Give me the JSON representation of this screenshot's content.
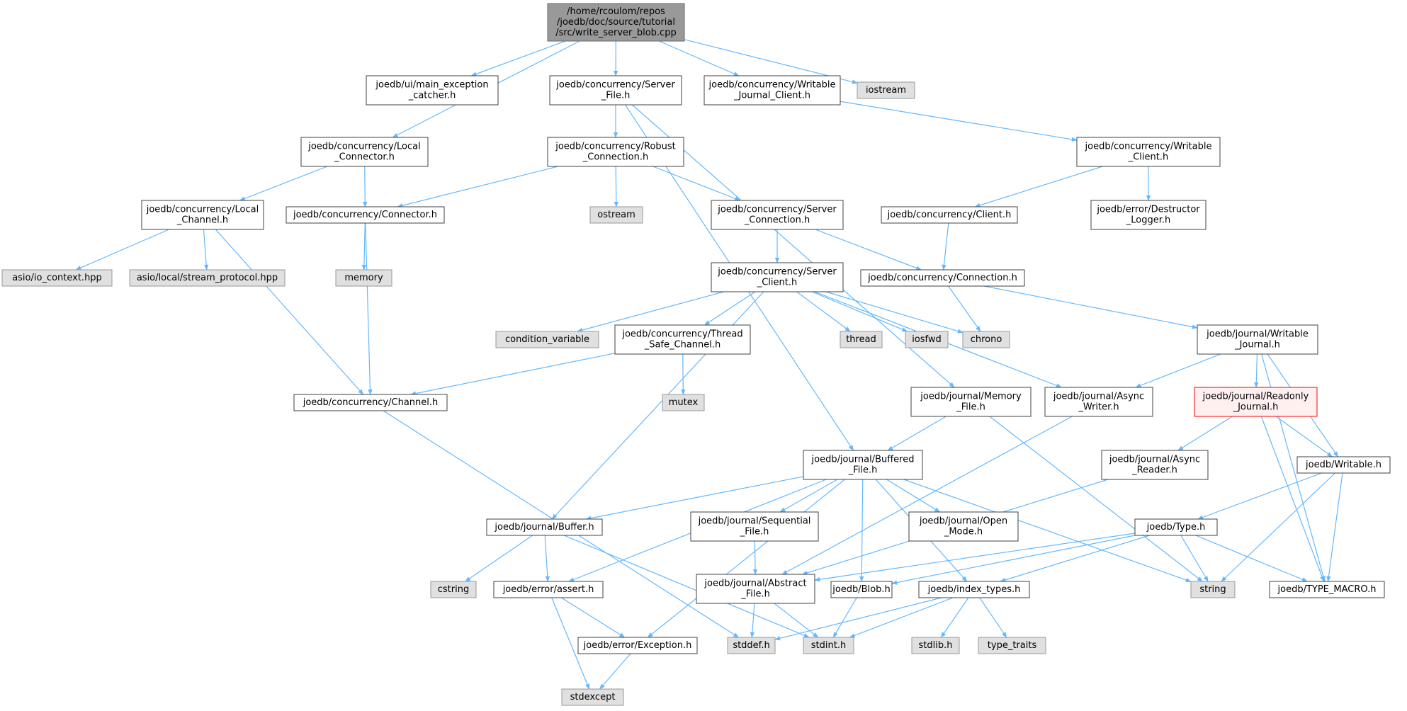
{
  "diagram": {
    "nodes": [
      {
        "id": "root",
        "lines": [
          "/home/rcoulom/repos",
          "/joedb/doc/source/tutorial",
          "/src/write_server_blob.cpp"
        ],
        "style": "root"
      },
      {
        "id": "main_exception",
        "lines": [
          "joedb/ui/main_exception",
          "_catcher.h"
        ],
        "style": "normal"
      },
      {
        "id": "server_file",
        "lines": [
          "joedb/concurrency/Server",
          "_File.h"
        ],
        "style": "normal"
      },
      {
        "id": "writable_journal_client",
        "lines": [
          "joedb/concurrency/Writable",
          "_Journal_Client.h"
        ],
        "style": "normal"
      },
      {
        "id": "iostream",
        "lines": [
          "iostream"
        ],
        "style": "external"
      },
      {
        "id": "local_connector",
        "lines": [
          "joedb/concurrency/Local",
          "_Connector.h"
        ],
        "style": "normal"
      },
      {
        "id": "robust_connection",
        "lines": [
          "joedb/concurrency/Robust",
          "_Connection.h"
        ],
        "style": "normal"
      },
      {
        "id": "writable_client",
        "lines": [
          "joedb/concurrency/Writable",
          "_Client.h"
        ],
        "style": "normal"
      },
      {
        "id": "local_channel",
        "lines": [
          "joedb/concurrency/Local",
          "_Channel.h"
        ],
        "style": "normal"
      },
      {
        "id": "connector",
        "lines": [
          "joedb/concurrency/Connector.h"
        ],
        "style": "normal"
      },
      {
        "id": "ostream",
        "lines": [
          "ostream"
        ],
        "style": "external"
      },
      {
        "id": "server_connection",
        "lines": [
          "joedb/concurrency/Server",
          "_Connection.h"
        ],
        "style": "normal"
      },
      {
        "id": "client",
        "lines": [
          "joedb/concurrency/Client.h"
        ],
        "style": "normal"
      },
      {
        "id": "destructor_logger",
        "lines": [
          "joedb/error/Destructor",
          "_Logger.h"
        ],
        "style": "normal"
      },
      {
        "id": "asio_io",
        "lines": [
          "asio/io_context.hpp"
        ],
        "style": "external"
      },
      {
        "id": "asio_local",
        "lines": [
          "asio/local/stream_protocol.hpp"
        ],
        "style": "external"
      },
      {
        "id": "memory",
        "lines": [
          "memory"
        ],
        "style": "external"
      },
      {
        "id": "server_client",
        "lines": [
          "joedb/concurrency/Server",
          "_Client.h"
        ],
        "style": "normal"
      },
      {
        "id": "connection",
        "lines": [
          "joedb/concurrency/Connection.h"
        ],
        "style": "normal"
      },
      {
        "id": "condition_variable",
        "lines": [
          "condition_variable"
        ],
        "style": "external"
      },
      {
        "id": "thread_safe_channel",
        "lines": [
          "joedb/concurrency/Thread",
          "_Safe_Channel.h"
        ],
        "style": "normal"
      },
      {
        "id": "thread",
        "lines": [
          "thread"
        ],
        "style": "external"
      },
      {
        "id": "iosfwd",
        "lines": [
          "iosfwd"
        ],
        "style": "external"
      },
      {
        "id": "chrono",
        "lines": [
          "chrono"
        ],
        "style": "external"
      },
      {
        "id": "writable_journal",
        "lines": [
          "joedb/journal/Writable",
          "_Journal.h"
        ],
        "style": "normal"
      },
      {
        "id": "channel",
        "lines": [
          "joedb/concurrency/Channel.h"
        ],
        "style": "normal"
      },
      {
        "id": "mutex",
        "lines": [
          "mutex"
        ],
        "style": "external"
      },
      {
        "id": "memory_file",
        "lines": [
          "joedb/journal/Memory",
          "_File.h"
        ],
        "style": "normal"
      },
      {
        "id": "async_writer",
        "lines": [
          "joedb/journal/Async",
          "_Writer.h"
        ],
        "style": "normal"
      },
      {
        "id": "readonly_journal",
        "lines": [
          "joedb/journal/Readonly",
          "_Journal.h"
        ],
        "style": "highlight"
      },
      {
        "id": "buffered_file",
        "lines": [
          "joedb/journal/Buffered",
          "_File.h"
        ],
        "style": "normal"
      },
      {
        "id": "async_reader",
        "lines": [
          "joedb/journal/Async",
          "_Reader.h"
        ],
        "style": "normal"
      },
      {
        "id": "writable",
        "lines": [
          "joedb/Writable.h"
        ],
        "style": "normal"
      },
      {
        "id": "buffer",
        "lines": [
          "joedb/journal/Buffer.h"
        ],
        "style": "normal"
      },
      {
        "id": "sequential_file",
        "lines": [
          "joedb/journal/Sequential",
          "_File.h"
        ],
        "style": "normal"
      },
      {
        "id": "open_mode",
        "lines": [
          "joedb/journal/Open",
          "_Mode.h"
        ],
        "style": "normal"
      },
      {
        "id": "type",
        "lines": [
          "joedb/Type.h"
        ],
        "style": "normal"
      },
      {
        "id": "cstring",
        "lines": [
          "cstring"
        ],
        "style": "external"
      },
      {
        "id": "assert",
        "lines": [
          "joedb/error/assert.h"
        ],
        "style": "normal"
      },
      {
        "id": "abstract_file",
        "lines": [
          "joedb/journal/Abstract",
          "_File.h"
        ],
        "style": "normal"
      },
      {
        "id": "blob",
        "lines": [
          "joedb/Blob.h"
        ],
        "style": "normal"
      },
      {
        "id": "index_types",
        "lines": [
          "joedb/index_types.h"
        ],
        "style": "normal"
      },
      {
        "id": "string",
        "lines": [
          "string"
        ],
        "style": "external"
      },
      {
        "id": "type_macro",
        "lines": [
          "joedb/TYPE_MACRO.h"
        ],
        "style": "normal"
      },
      {
        "id": "exception",
        "lines": [
          "joedb/error/Exception.h"
        ],
        "style": "normal"
      },
      {
        "id": "stddef",
        "lines": [
          "stddef.h"
        ],
        "style": "external"
      },
      {
        "id": "stdint",
        "lines": [
          "stdint.h"
        ],
        "style": "external"
      },
      {
        "id": "stdlib",
        "lines": [
          "stdlib.h"
        ],
        "style": "external"
      },
      {
        "id": "type_traits",
        "lines": [
          "type_traits"
        ],
        "style": "external"
      },
      {
        "id": "stdexcept",
        "lines": [
          "stdexcept"
        ],
        "style": "external"
      }
    ],
    "edges": [
      [
        "root",
        "main_exception"
      ],
      [
        "root",
        "server_file"
      ],
      [
        "root",
        "writable_journal_client"
      ],
      [
        "root",
        "iostream"
      ],
      [
        "root",
        "local_connector"
      ],
      [
        "server_file",
        "robust_connection"
      ],
      [
        "server_file",
        "memory_file"
      ],
      [
        "server_file",
        "buffered_file"
      ],
      [
        "writable_journal_client",
        "writable_client"
      ],
      [
        "local_connector",
        "local_channel"
      ],
      [
        "local_connector",
        "connector"
      ],
      [
        "robust_connection",
        "connector"
      ],
      [
        "robust_connection",
        "ostream"
      ],
      [
        "robust_connection",
        "server_connection"
      ],
      [
        "writable_client",
        "client"
      ],
      [
        "writable_client",
        "destructor_logger"
      ],
      [
        "local_channel",
        "asio_io"
      ],
      [
        "local_channel",
        "asio_local"
      ],
      [
        "local_channel",
        "channel"
      ],
      [
        "connector",
        "memory"
      ],
      [
        "connector",
        "channel"
      ],
      [
        "server_connection",
        "server_client"
      ],
      [
        "server_connection",
        "connection"
      ],
      [
        "client",
        "connection"
      ],
      [
        "server_client",
        "condition_variable"
      ],
      [
        "server_client",
        "thread_safe_channel"
      ],
      [
        "server_client",
        "thread"
      ],
      [
        "server_client",
        "iosfwd"
      ],
      [
        "server_client",
        "chrono"
      ],
      [
        "server_client",
        "async_writer"
      ],
      [
        "server_client",
        "buffer"
      ],
      [
        "connection",
        "chrono"
      ],
      [
        "connection",
        "writable_journal"
      ],
      [
        "thread_safe_channel",
        "channel"
      ],
      [
        "thread_safe_channel",
        "mutex"
      ],
      [
        "writable_journal",
        "async_writer"
      ],
      [
        "writable_journal",
        "readonly_journal"
      ],
      [
        "writable_journal",
        "writable"
      ],
      [
        "writable_journal",
        "type_macro"
      ],
      [
        "channel",
        "stddef"
      ],
      [
        "memory_file",
        "buffered_file"
      ],
      [
        "memory_file",
        "string"
      ],
      [
        "async_writer",
        "abstract_file"
      ],
      [
        "readonly_journal",
        "async_reader"
      ],
      [
        "readonly_journal",
        "writable"
      ],
      [
        "readonly_journal",
        "type_macro"
      ],
      [
        "buffered_file",
        "buffer"
      ],
      [
        "buffered_file",
        "assert"
      ],
      [
        "buffered_file",
        "exception"
      ],
      [
        "buffered_file",
        "sequential_file"
      ],
      [
        "buffered_file",
        "open_mode"
      ],
      [
        "buffered_file",
        "blob"
      ],
      [
        "buffered_file",
        "index_types"
      ],
      [
        "buffered_file",
        "string"
      ],
      [
        "async_reader",
        "abstract_file"
      ],
      [
        "writable",
        "type"
      ],
      [
        "writable",
        "string"
      ],
      [
        "writable",
        "type_macro"
      ],
      [
        "buffer",
        "cstring"
      ],
      [
        "buffer",
        "assert"
      ],
      [
        "buffer",
        "stdint"
      ],
      [
        "sequential_file",
        "abstract_file"
      ],
      [
        "type",
        "abstract_file"
      ],
      [
        "type",
        "blob"
      ],
      [
        "type",
        "index_types"
      ],
      [
        "type",
        "string"
      ],
      [
        "type",
        "type_macro"
      ],
      [
        "assert",
        "exception"
      ],
      [
        "assert",
        "stdexcept"
      ],
      [
        "abstract_file",
        "stddef"
      ],
      [
        "abstract_file",
        "stdint"
      ],
      [
        "blob",
        "stdint"
      ],
      [
        "index_types",
        "stddef"
      ],
      [
        "index_types",
        "stdint"
      ],
      [
        "index_types",
        "stdlib"
      ],
      [
        "index_types",
        "type_traits"
      ],
      [
        "exception",
        "stdexcept"
      ]
    ],
    "colors": {
      "edge": "#63b8ff",
      "normal_fill": "#ffffff",
      "normal_stroke": "#404040",
      "external_fill": "#e0e0e0",
      "external_stroke": "#999999",
      "root_fill": "#999999",
      "root_stroke": "#666666",
      "highlight_fill": "#fff0f0",
      "highlight_stroke": "#ff0000"
    }
  }
}
